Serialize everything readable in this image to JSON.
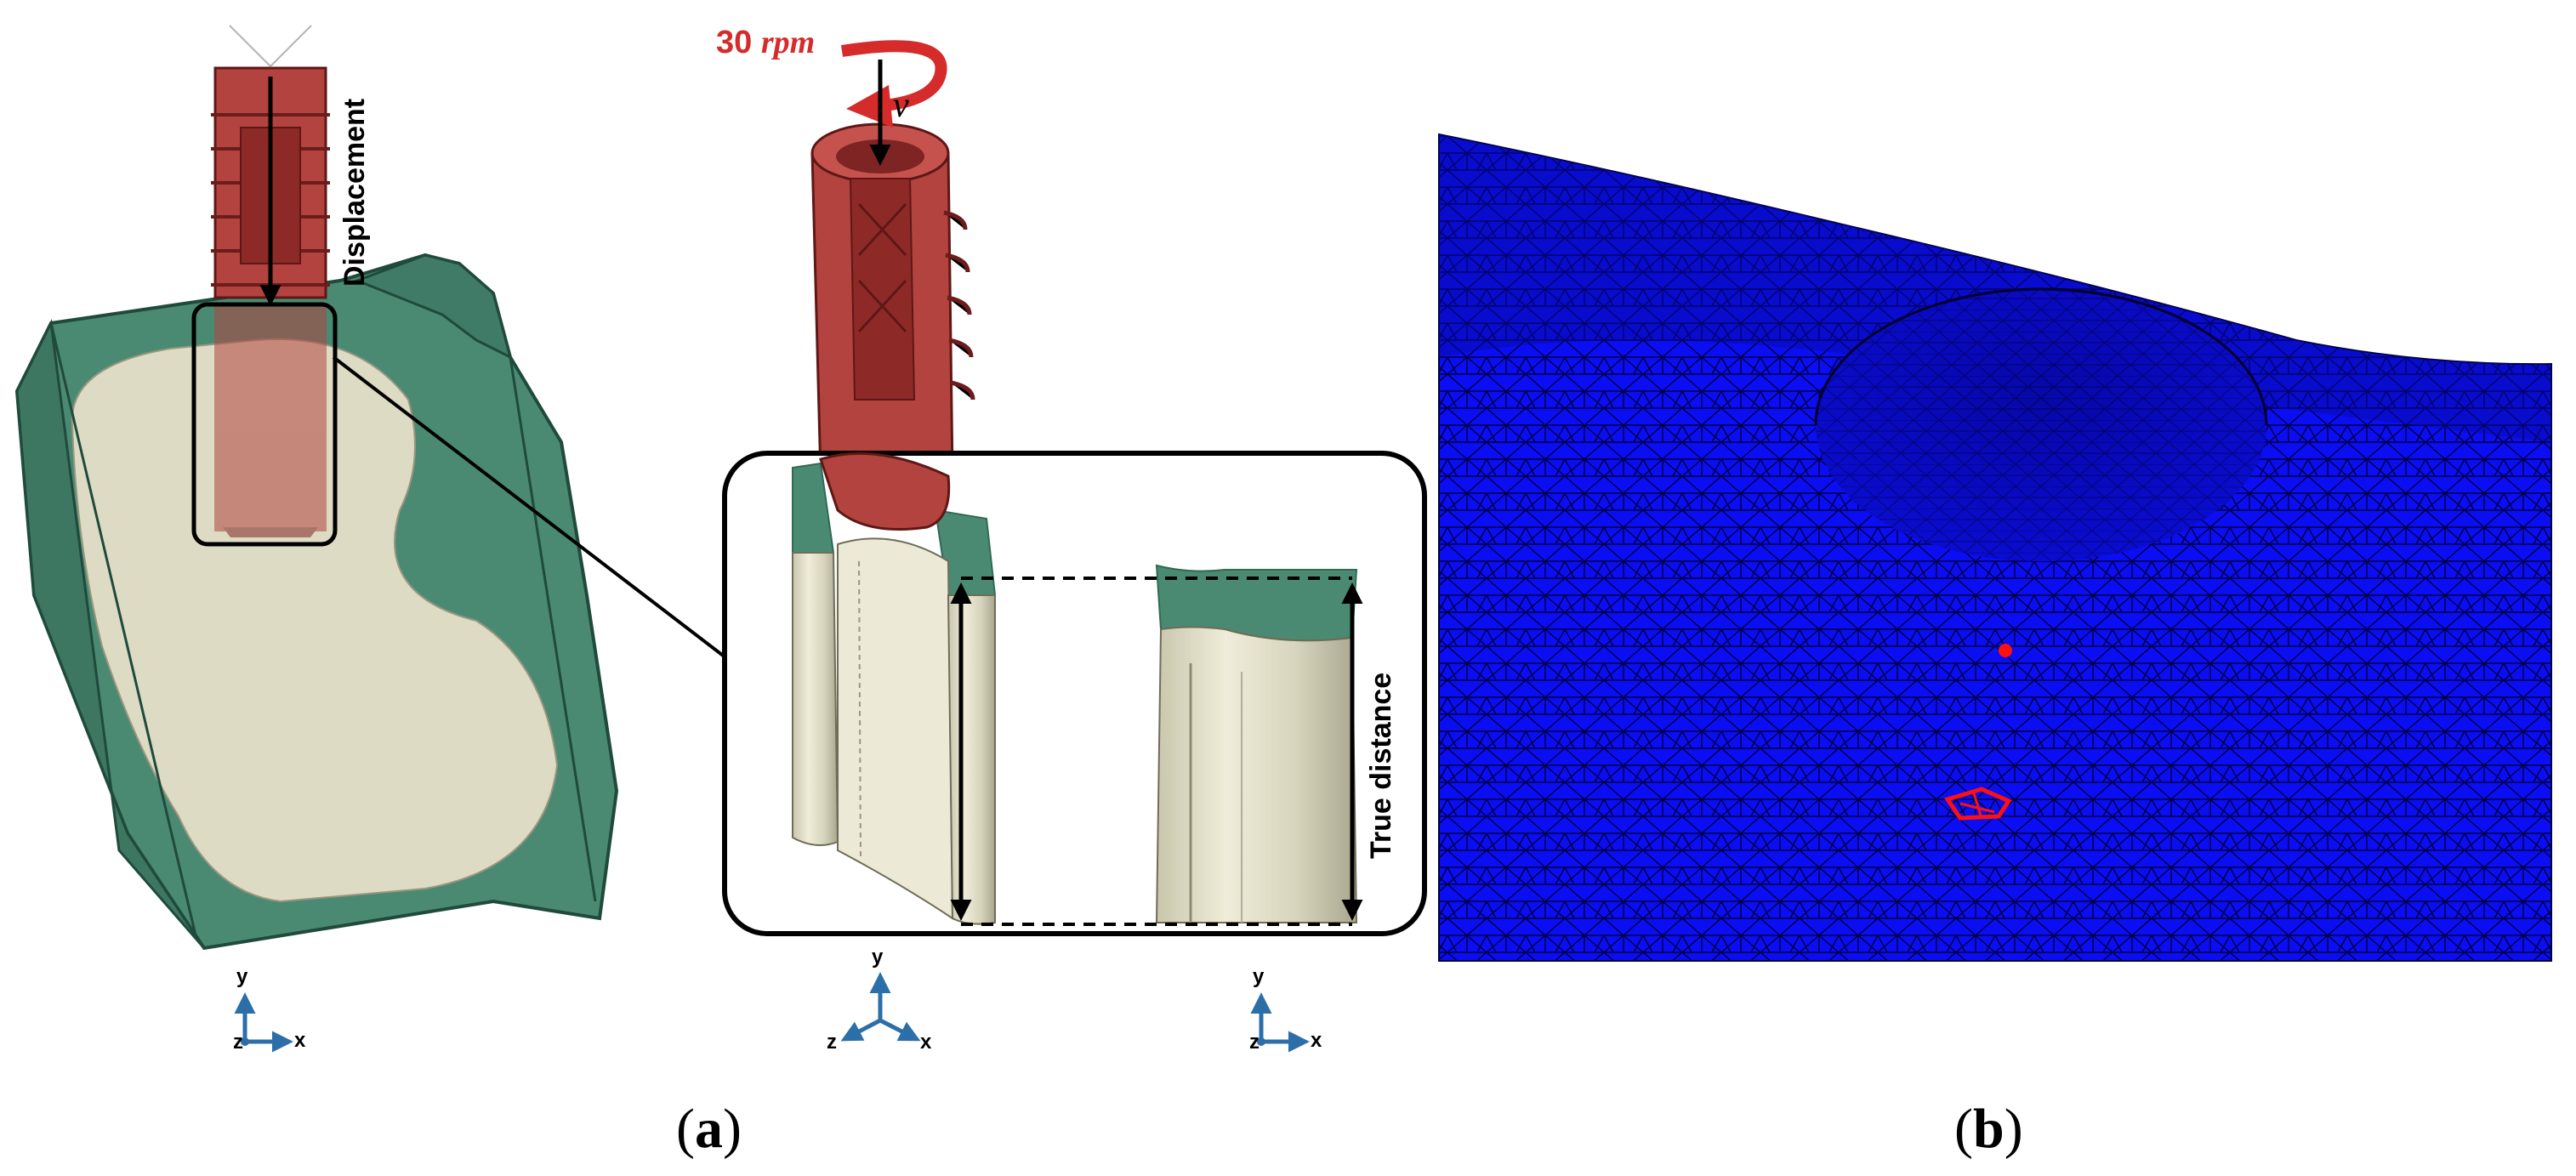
{
  "panels": {
    "a": {
      "caption": "a",
      "rotation_label": {
        "value": "30",
        "unit": "rpm"
      },
      "velocity_label": "v",
      "displacement_label": "Displacement",
      "true_distance_label": "True distance",
      "axes": [
        {
          "y": "y",
          "x": "x",
          "z": "z"
        },
        {
          "y": "y",
          "x": "x",
          "z": "z"
        },
        {
          "y": "y",
          "x": "x",
          "z": "z"
        }
      ]
    },
    "b": {
      "caption": "b"
    }
  },
  "colors": {
    "implant": "#b2433f",
    "implant_dark": "#7e2422",
    "cortical_bone": "#4b8a72",
    "cortical_dark": "#2f6a55",
    "trabecular_bone": "#dedbc4",
    "arrow_red": "#d52b2b",
    "axis_blue": "#2c6fa8",
    "mesh_blue": "#0b0ef2",
    "mesh_line": "#00003a",
    "mesh_marker": "#ff1010"
  },
  "icons": [
    "curved-arrow-icon",
    "axis-triad-icon"
  ]
}
